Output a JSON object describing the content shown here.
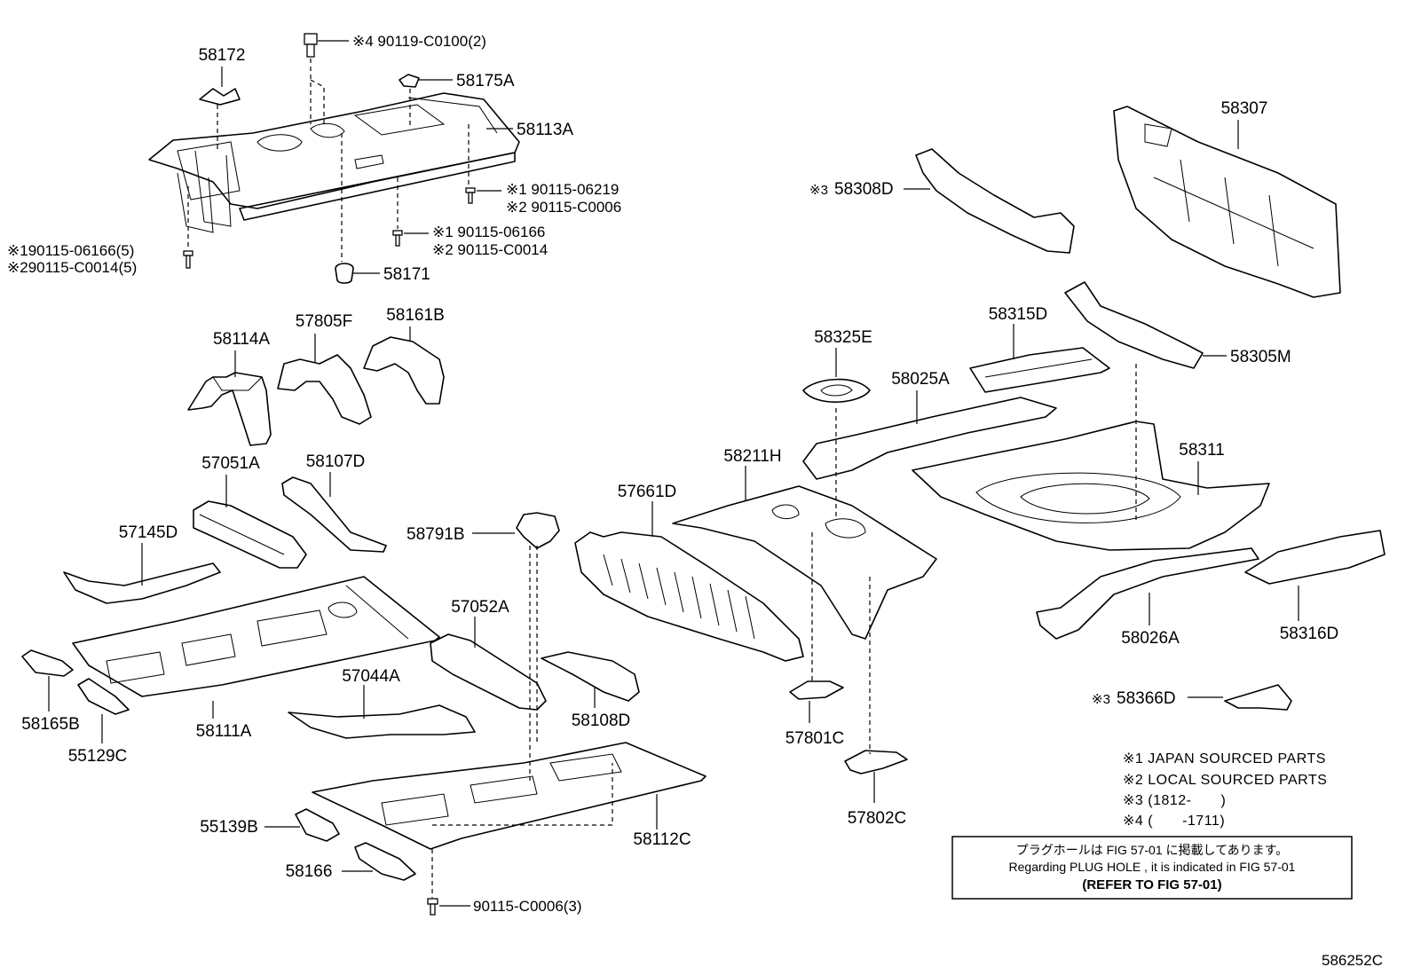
{
  "labels": {
    "p58172": "58172",
    "p58175A": "58175A",
    "p58113A": "58113A",
    "p58171": "58171",
    "p58114A": "58114A",
    "p57805F": "57805F",
    "p58161B": "58161B",
    "p57051A": "57051A",
    "p58107D": "58107D",
    "p57145D": "57145D",
    "p58791B": "58791B",
    "p57661D": "57661D",
    "p58211H": "58211H",
    "p58325E": "58325E",
    "p58025A": "58025A",
    "p58315D": "58315D",
    "p58305M": "58305M",
    "p58307": "58307",
    "p58308D": "58308D",
    "p58311": "58311",
    "p58316D": "58316D",
    "p58026A": "58026A",
    "p58366D": "58366D",
    "p58165B": "58165B",
    "p55129C": "55129C",
    "p58111A": "58111A",
    "p57052A": "57052A",
    "p57044A": "57044A",
    "p58108D": "58108D",
    "p57801C": "57801C",
    "p57802C": "57802C",
    "p55139B": "55139B",
    "p58166": "58166",
    "p58112C": "58112C"
  },
  "fasteners": {
    "f_top": "※4 90119-C0100(2)",
    "f_r1a": "※1 90115-06219",
    "f_r1b": "※2 90115-C0006",
    "f_r2a": "※1 90115-06166",
    "f_r2b": "※2 90115-C0014",
    "f_l1": "※190115-06166(5)",
    "f_l2": "※290115-C0014(5)",
    "f_bottom": "90115-C0006(3)",
    "mark_58308D": "※3",
    "mark_58366D": "※3"
  },
  "legend": {
    "n1": "※1 JAPAN SOURCED PARTS",
    "n2": "※2 LOCAL SOURCED PARTS",
    "n3": "※3 (1812-　　)",
    "n4": "※4 (　　-1711)"
  },
  "note_box": {
    "line_jp": "プラグホールは FIG 57-01 に掲載してあります。",
    "line_en": "Regarding PLUG HOLE , it is indicated in FIG 57-01",
    "line_ref": "(REFER TO FIG 57-01)"
  },
  "figure_code": "586252C"
}
